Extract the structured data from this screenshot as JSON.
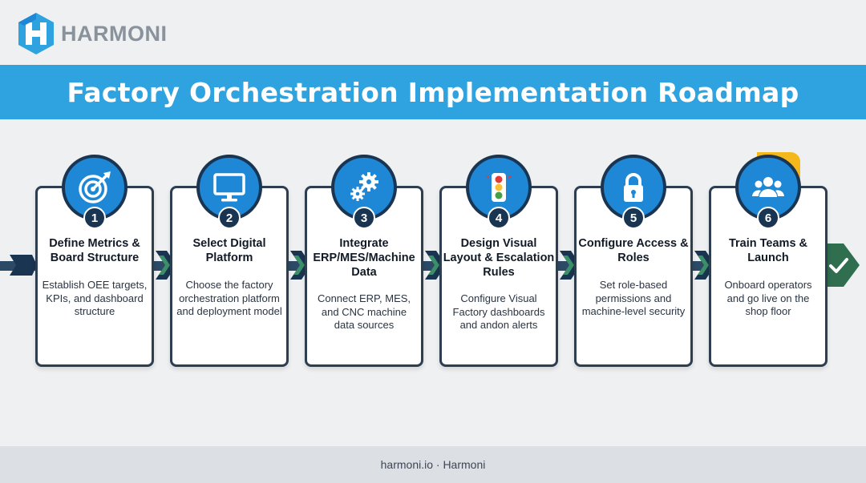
{
  "brand": {
    "name": "HARMONI",
    "logo_icon": "harmoni-hex-logo-icon",
    "colors": {
      "primary": "#2fa2e0",
      "navy": "#1a3552",
      "accent": "#f5b81c"
    }
  },
  "header": {
    "title": "Factory Orchestration Implementation Roadmap"
  },
  "steps": [
    {
      "number": "1",
      "icon": "target-icon",
      "title": "Define Metrics & Board Structure",
      "desc": "Establish OEE targets, KPIs, and dashboard structure"
    },
    {
      "number": "2",
      "icon": "monitor-icon",
      "title": "Select Digital Platform",
      "desc": "Choose the factory orchestration platform and deployment model"
    },
    {
      "number": "3",
      "icon": "gears-icon",
      "title": "Integrate ERP/MES/Machine Data",
      "desc": "Connect ERP, MES, and CNC machine data sources"
    },
    {
      "number": "4",
      "icon": "traffic-light-icon",
      "title": "Design Visual Layout & Escalation Rules",
      "desc": "Configure Visual Factory dashboards and andon alerts"
    },
    {
      "number": "5",
      "icon": "lock-icon",
      "title": "Configure Access & Roles",
      "desc": "Set role-based permissions and machine-level security"
    },
    {
      "number": "6",
      "icon": "team-icon",
      "title": "Train Teams & Launch",
      "desc": "Onboard operators and go live on the shop floor"
    }
  ],
  "footer": {
    "text": "harmoni.io · Harmoni"
  }
}
